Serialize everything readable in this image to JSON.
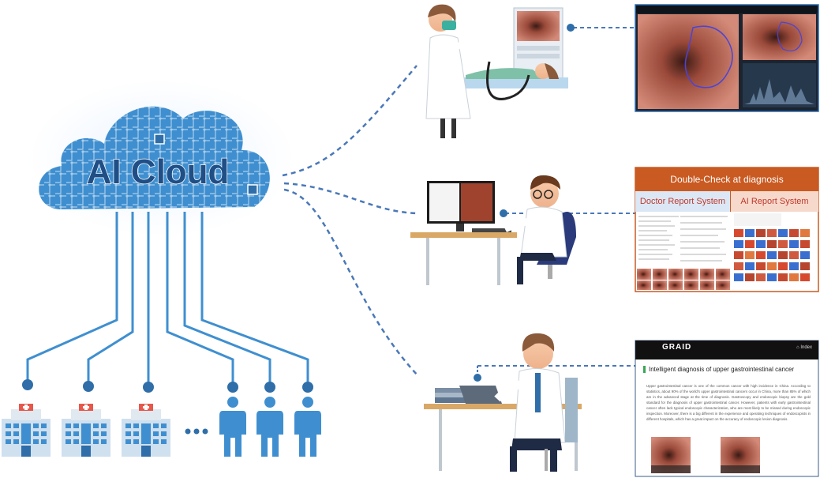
{
  "cloud": {
    "label": "AI Cloud"
  },
  "double_check": {
    "title": "Double-Check at diagnosis",
    "doctor_report": "Doctor Report System",
    "ai_report": "AI Report System"
  },
  "graid": {
    "logo": "GRAID",
    "index_link": "Index",
    "headline": "Intelligent diagnosis of upper gastrointestinal cancer",
    "body": "Upper gastrointestinal cancer is one of the common cancer with high incidence in China. According to statistics, about 90% of the world's upper gastrointestinal cancers occur in China, more than 85% of which are in the advanced stage at the time of diagnosis. Gastroscopy and endoscopic biopsy are the gold standard for the diagnosis of upper gastrointestinal cancer. However, patients with early gastrointestinal cancer often lack typical endoscopic characterization, who are most likely to be missed during endoscopic inspection. Moreover, there is a big different in the experience and operating techniques of endoscopists in different hospitals, which has a great impact on the accuracy of endoscopic lesion diagnosis."
  },
  "colors": {
    "blue": "#3f8fd0",
    "dark_blue": "#2f6ea8",
    "orange": "#c95a22",
    "line": "#4a78b8"
  },
  "icons": [
    "cloud-icon",
    "hospital-icon",
    "person-icon",
    "ellipsis-icon",
    "doctor-icon",
    "endoscope-icon",
    "monitor-icon",
    "laptop-icon"
  ]
}
